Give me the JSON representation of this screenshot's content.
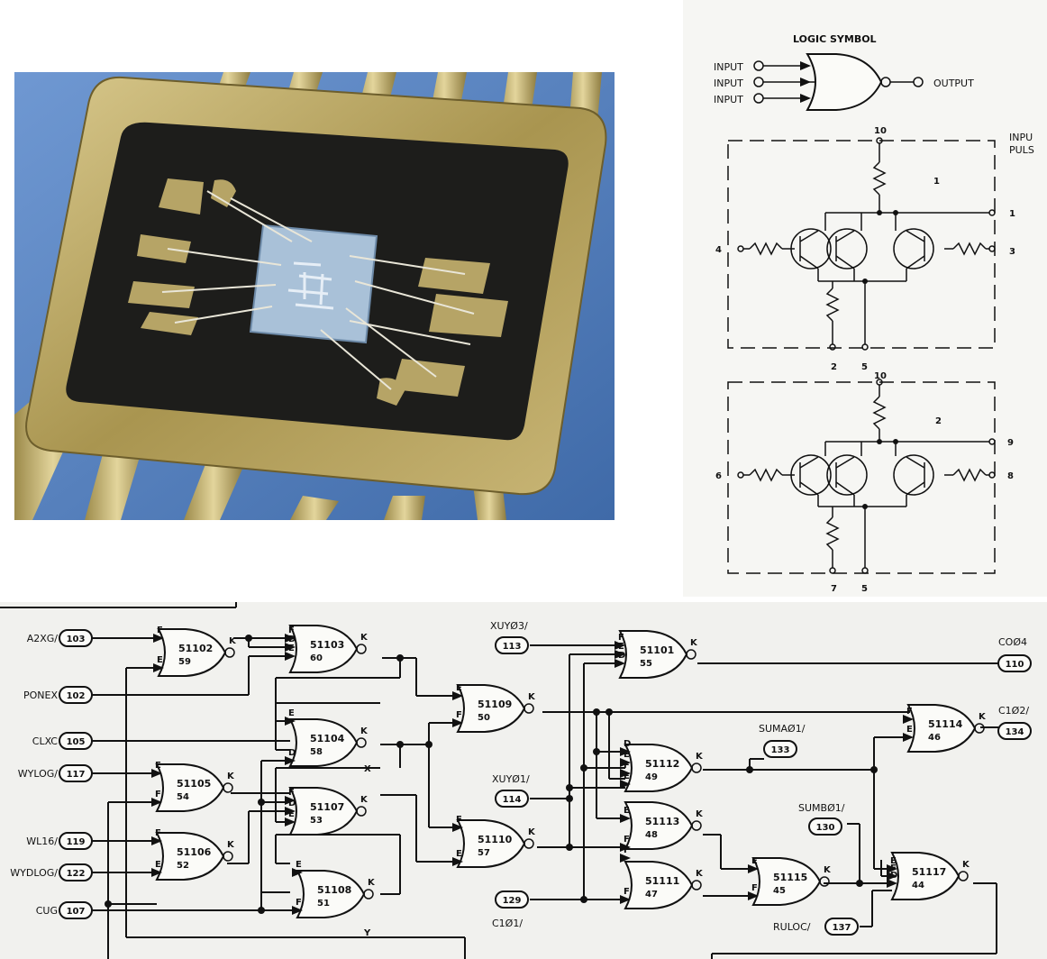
{
  "schematic": {
    "title": "LOGIC SYMBOL",
    "symbol_inputs": [
      "INPUT",
      "INPUT",
      "INPUT"
    ],
    "symbol_output": "OUTPUT",
    "side_text": [
      "INPU",
      "PULS"
    ],
    "block1": {
      "number": "1",
      "pins": {
        "top": "10",
        "out": "1",
        "left": "4",
        "right": "3",
        "bottom_left": "2",
        "bottom_right": "5"
      }
    },
    "block2": {
      "number": "2",
      "pins": {
        "top": "10",
        "out": "9",
        "left": "6",
        "right": "8",
        "bottom_left": "7",
        "bottom_right": "5"
      }
    }
  },
  "logic": {
    "inputs": [
      {
        "name": "A2XG/",
        "pin": "103"
      },
      {
        "name": "PONEX",
        "pin": "102"
      },
      {
        "name": "CLXC",
        "pin": "105"
      },
      {
        "name": "WYLOG/",
        "pin": "117"
      },
      {
        "name": "WL16/",
        "pin": "119"
      },
      {
        "name": "WYDLOG/",
        "pin": "122"
      },
      {
        "name": "CUG",
        "pin": "107"
      }
    ],
    "mid_signals": {
      "xuy03": {
        "name": "XUYØ3/",
        "pin": "113"
      },
      "xuy01": {
        "name": "XUYØ1/",
        "pin": "114"
      },
      "c101": {
        "name": "C1Ø1/",
        "pin": "129"
      },
      "suma01": {
        "name": "SUMAØ1/",
        "pin": "133"
      },
      "sumb01": {
        "name": "SUMBØ1/",
        "pin": "130"
      },
      "ruloc": {
        "name": "RULOC/",
        "pin": "137"
      }
    },
    "outputs": [
      {
        "name": "COØ4",
        "pin": "110"
      },
      {
        "name": "C1Ø2/",
        "pin": "134"
      }
    ],
    "gates": [
      {
        "id": "51102",
        "sub": "59"
      },
      {
        "id": "51103",
        "sub": "60"
      },
      {
        "id": "51104",
        "sub": "58",
        "tag": "X"
      },
      {
        "id": "51105",
        "sub": "54"
      },
      {
        "id": "51106",
        "sub": "52"
      },
      {
        "id": "51107",
        "sub": "53"
      },
      {
        "id": "51108",
        "sub": "51",
        "tag": "Y"
      },
      {
        "id": "51109",
        "sub": "50"
      },
      {
        "id": "51110",
        "sub": "57"
      },
      {
        "id": "51101",
        "sub": "55"
      },
      {
        "id": "51112",
        "sub": "49"
      },
      {
        "id": "51113",
        "sub": "48"
      },
      {
        "id": "51111",
        "sub": "47"
      },
      {
        "id": "51115",
        "sub": "45"
      },
      {
        "id": "51114",
        "sub": "46"
      },
      {
        "id": "51117",
        "sub": "44"
      }
    ],
    "pin_letters": {
      "f": "F",
      "e": "E",
      "d": "D",
      "k": "K"
    }
  },
  "colors": {
    "photo_bg": "#5b86c4",
    "gold": "#b9a466",
    "die": "#9fb7cf",
    "ink": "#111111"
  }
}
